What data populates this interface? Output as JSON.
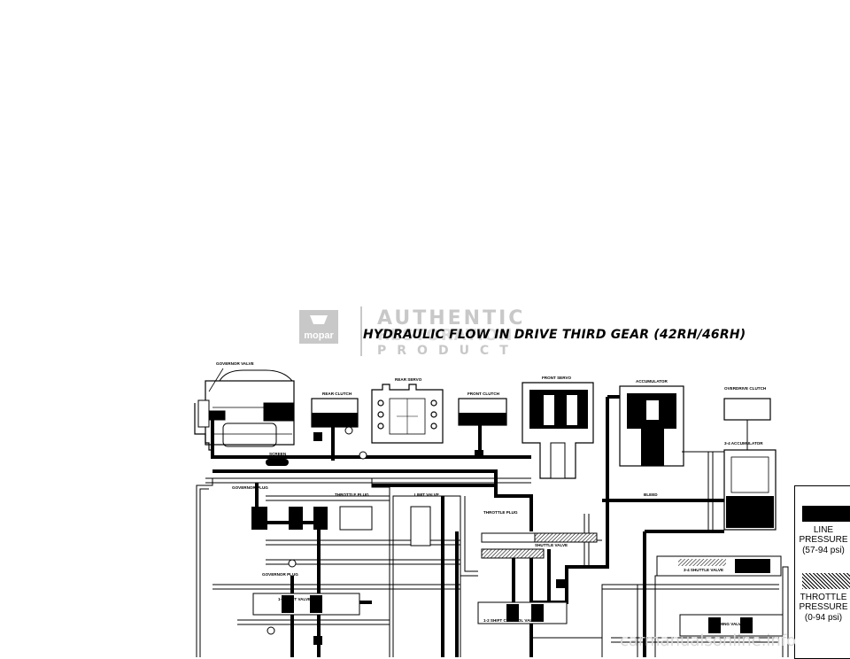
{
  "logo": {
    "brand": "mopar",
    "line1": "AUTHENTIC",
    "line2": "RESTORATION",
    "line3": "PRODUCT"
  },
  "title": "HYDRAULIC FLOW IN DRIVE THIRD GEAR (42RH/46RH)",
  "labels": {
    "governor_valve": "GOVERNOR VALVE",
    "rear_clutch": "REAR CLUTCH",
    "rear_servo": "REAR SERVO",
    "front_clutch": "FRONT CLUTCH",
    "front_servo": "FRONT SERVO",
    "accumulator": "ACCUMULATOR",
    "overdrive_clutch": "OVERDRIVE CLUTCH",
    "accumulator_34": "3-4 ACCUMULATOR",
    "screen": "SCREEN",
    "bleed": "BLEED",
    "governor_plug": "GOVERNOR PLUG",
    "throttle_plug": "THROTTLE PLUG",
    "limit_valve": "LIMIT VALVE",
    "throttle_plug_2": "THROTTLE PLUG",
    "shuttle_valve": "SHUTTLE VALVE",
    "shuttle_valve_34": "3-4 SHUTTLE VALVE",
    "governor_plug_2": "GOVERNOR PLUG",
    "shift_valve_12": "1-2 SHIFT VALVE",
    "shift_control_valve_12": "1-2 SHIFT CONTROL VALVE",
    "timing_valve_34": "3-4 TIMING VALVE"
  },
  "legend": {
    "line_pressure": "LINE PRESSURE",
    "line_range": "(57-94 psi)",
    "throttle_pressure": "THROTTLE PRESSURE",
    "throttle_range": "(0-94 psi)"
  },
  "watermark": "carmanualsonline.info",
  "colors": {
    "line": "#000000",
    "paper": "#ffffff",
    "logo_gray": "#c8c8c8"
  }
}
